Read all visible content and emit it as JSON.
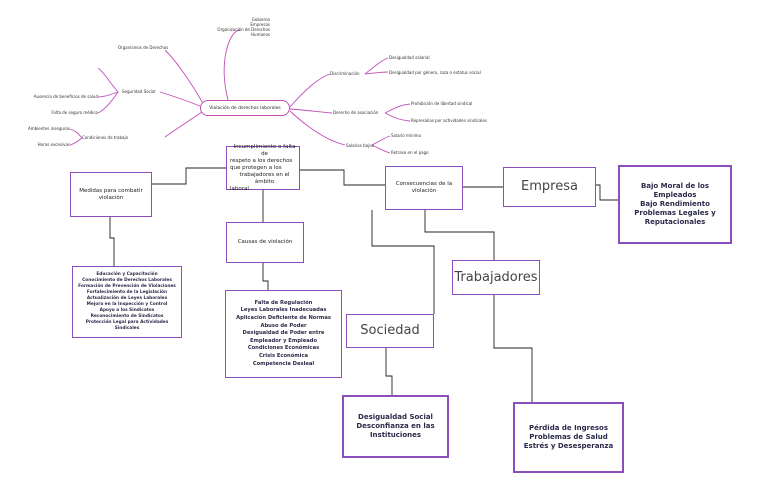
{
  "mind_map": {
    "center": "Violación de derechos laborales",
    "top_list": [
      "Gobierno",
      "Empresas",
      "Organización de Derechos",
      "Humanos"
    ],
    "left_branches": {
      "organismos": "Organismos de Derechos",
      "seguridad_social": "Seguridad Social",
      "seguridad_items": [
        "Ausencia de beneficios de salud",
        "Falta de seguro médico"
      ],
      "condiciones": "Condiciones de trabajo",
      "condiciones_items": [
        "Ambientes inseguros",
        "Horas excesivas"
      ]
    },
    "right_branches": {
      "discriminacion": "Discriminación",
      "discriminacion_items": [
        "Desigualdad salarial",
        "Desigualdad por género, raza o estatus social"
      ],
      "asociacion": "Derecho de asociación",
      "asociacion_items": [
        "Prohibición de libertad sindical",
        "Represalias por actividades sindicales"
      ],
      "salarios": "Salarios bajos",
      "salarios_items": [
        "Salario mínimo",
        "Retraso en el pago"
      ]
    }
  },
  "main_box": [
    "Incumplimiento o falta de",
    "respeto a los derechos",
    "que protegen a los",
    "trabajadores en el ámbito",
    "laboral."
  ],
  "medidas": {
    "title": [
      "Medidas para combatir",
      "violación"
    ],
    "items": [
      "Educación y Capacitación",
      "Conocimiento de Derechos Laborales",
      "Formación de Prevención de Violaciones",
      "Fortalecimiento de la Legislación",
      "Actualización de Leyes Laborales",
      "Mejora en la Inspección y Control",
      "Apoyo a los Sindicatos",
      "Reconocimiento de Sindicatos",
      "Protección Legal para Actividades Sindicales"
    ]
  },
  "causas": {
    "title": "Causas de violación",
    "items": [
      "Falta de Regulación",
      "Leyes Laborales Inadecuadas",
      "Aplicación Deficiente de Normas",
      "Abuso de Poder",
      "Desigualdad de Poder entre",
      "Empleador y Empleado",
      "Condiciones Económicas",
      "Crisis Económica",
      "Competencia Desleal"
    ]
  },
  "consecuencias": {
    "title": [
      "Consecuencias de la",
      "violación"
    ]
  },
  "empresa": {
    "title": "Empresa",
    "items": [
      "Bajo Moral de los",
      "Empleados",
      "Bajo Rendimiento",
      "Problemas Legales y",
      "Reputacionales"
    ]
  },
  "trabajadores": {
    "title": "Trabajadores",
    "items": [
      "Pérdida de Ingresos",
      "Problemas de Salud",
      "Estrés y Desesperanza"
    ]
  },
  "sociedad": {
    "title": "Sociedad",
    "items": [
      "Desigualdad Social",
      "Desconfianza en las",
      "Instituciones"
    ]
  },
  "colors": {
    "accent": "#8a4fbd",
    "branch": "#c24fb8",
    "connector": "#222222"
  }
}
